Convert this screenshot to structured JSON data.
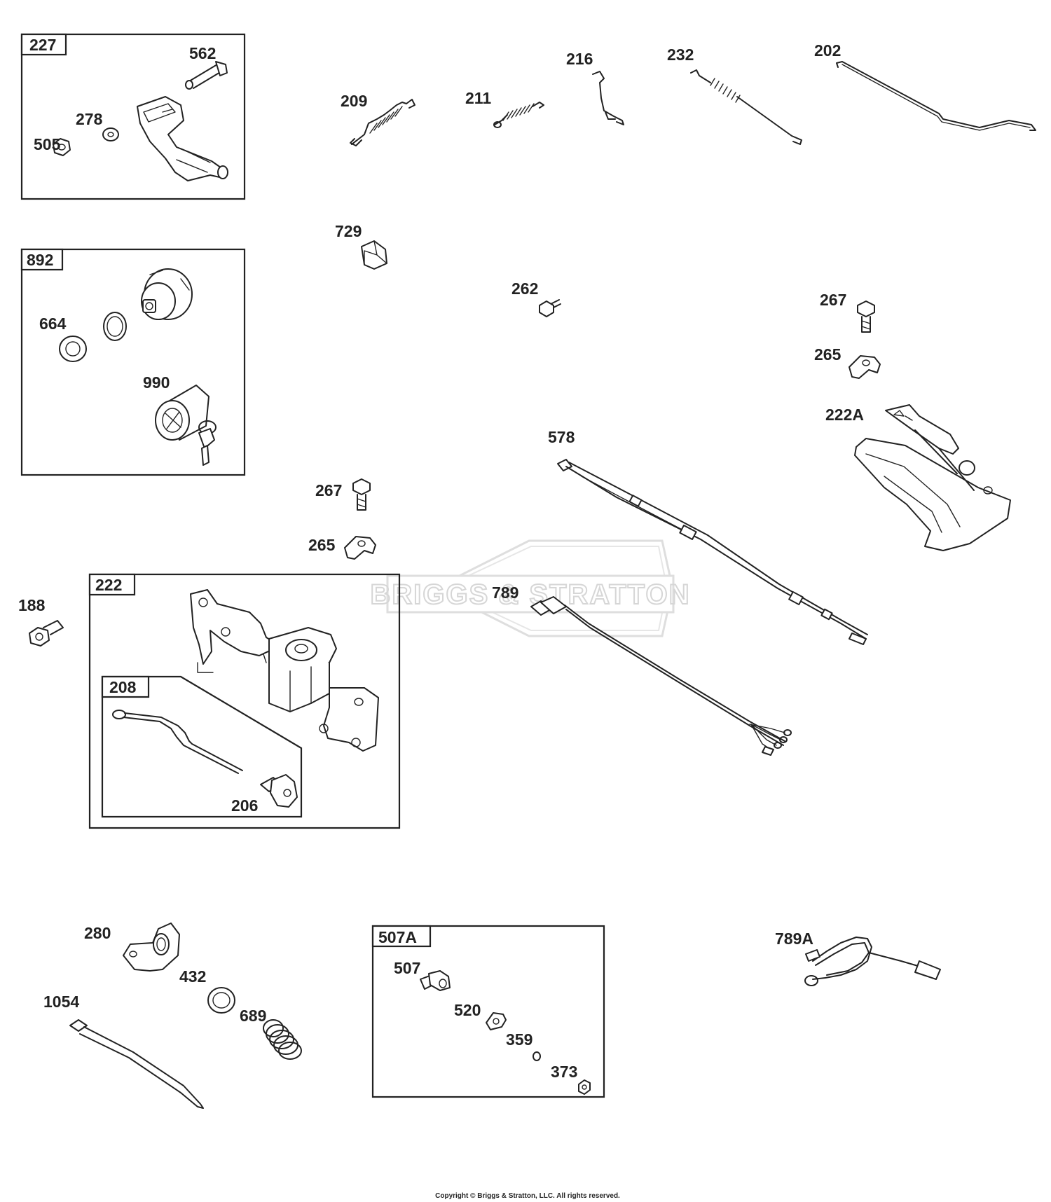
{
  "boxes": {
    "b227": "227",
    "b892": "892",
    "b222": "222",
    "b208": "208",
    "b507A": "507A"
  },
  "labels": {
    "p562": "562",
    "p278": "278",
    "p505": "505",
    "p664": "664",
    "p990": "990",
    "p209": "209",
    "p211": "211",
    "p216": "216",
    "p232": "232",
    "p202": "202",
    "p729": "729",
    "p262": "262",
    "p267a": "267",
    "p265a": "265",
    "p222A": "222A",
    "p578": "578",
    "p267b": "267",
    "p265b": "265",
    "p188": "188",
    "p789": "789",
    "p206": "206",
    "p280": "280",
    "p432": "432",
    "p689": "689",
    "p1054": "1054",
    "p507": "507",
    "p520": "520",
    "p359": "359",
    "p373": "373",
    "p789A": "789A"
  },
  "watermark": "BRIGGS & STRATTON",
  "copyright": "Copyright © Briggs & Stratton, LLC. All rights reserved."
}
